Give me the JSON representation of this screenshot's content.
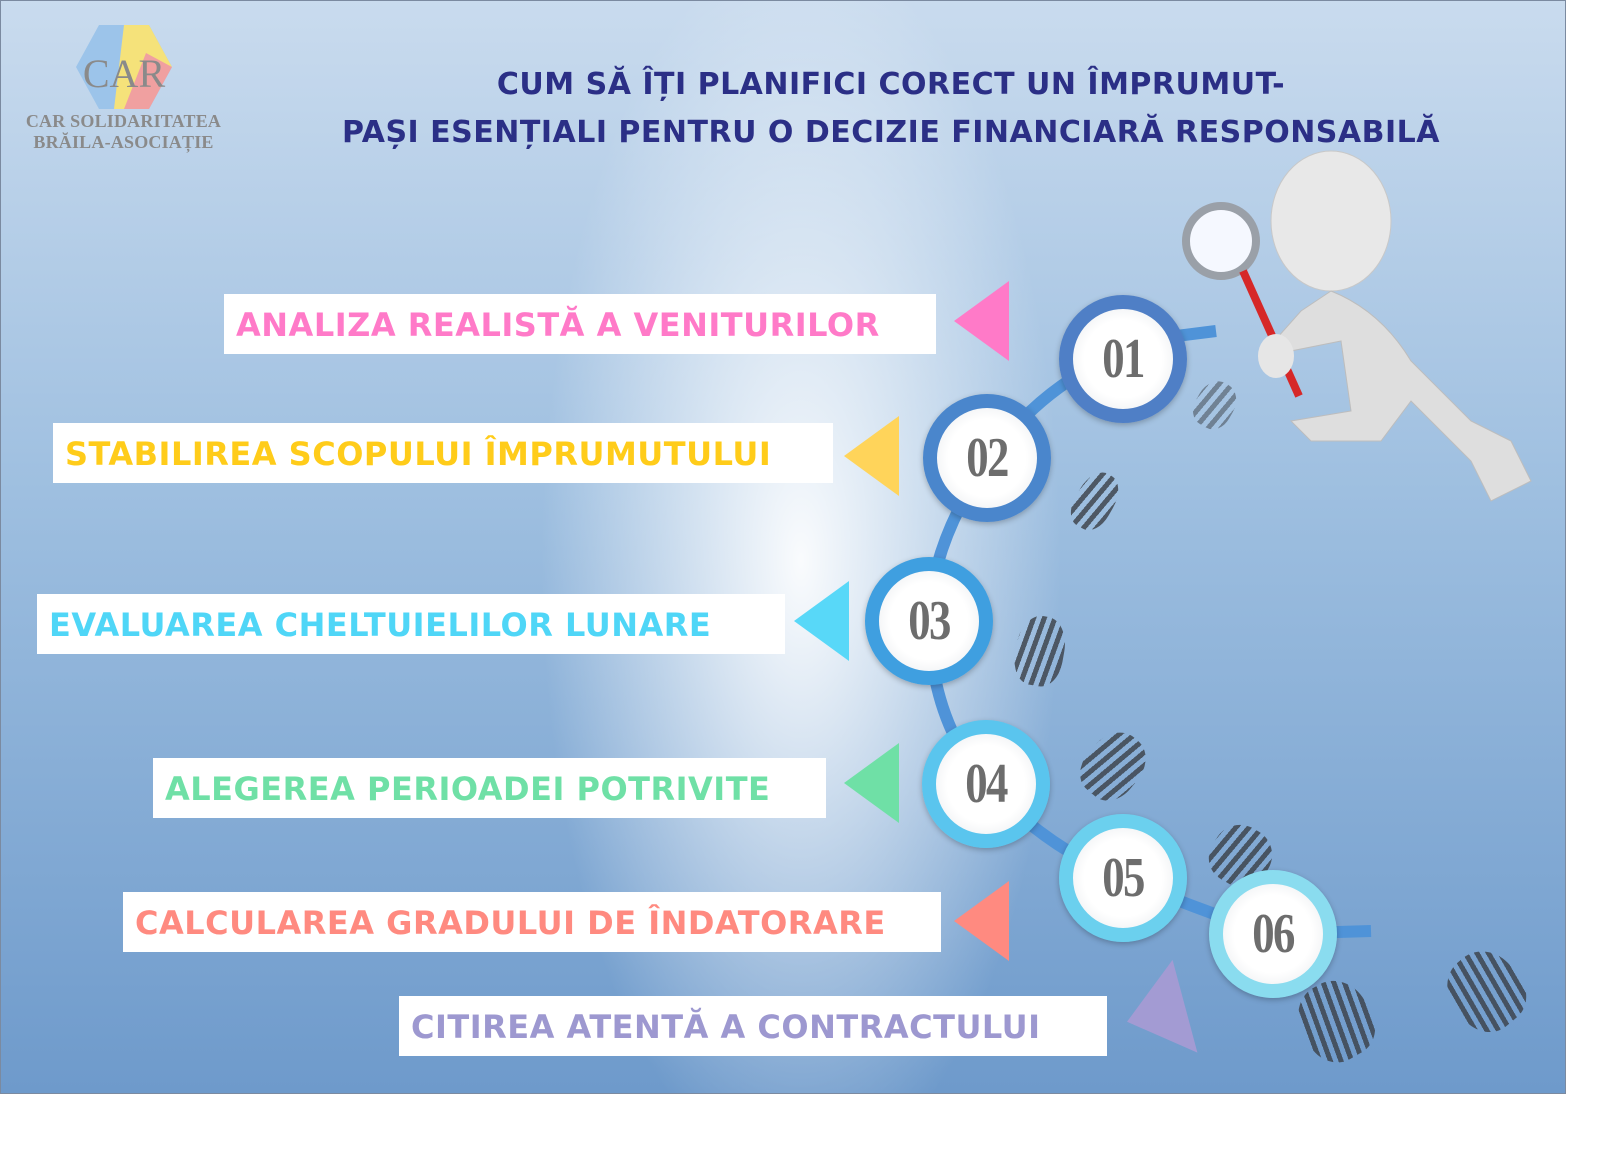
{
  "logo": {
    "letters": "CAR",
    "line1": "CAR SOLIDARITATEA",
    "line2": "BRĂILA-ASOCIAȚIE"
  },
  "title": {
    "line1": "CUM SĂ ÎȚI PLANIFICI CORECT UN ÎMPRUMUT-",
    "line2": "PAȘI ESENȚIALI PENTRU O DECIZIE FINANCIARĂ RESPONSABILĂ"
  },
  "steps": [
    {
      "number": "01",
      "label": "ANALIZA REALISTĂ A VENITURILOR",
      "color": "#ff7ac8"
    },
    {
      "number": "02",
      "label": "STABILIREA SCOPULUI ÎMPRUMUTULUI",
      "color": "#ffcc1a"
    },
    {
      "number": "03",
      "label": "EVALUAREA CHELTUIELILOR LUNARE",
      "color": "#4fd6f7"
    },
    {
      "number": "04",
      "label": "ALEGEREA PERIOADEI POTRIVITE",
      "color": "#6fe0a6"
    },
    {
      "number": "05",
      "label": "CALCULAREA GRADULUI DE ÎNDATORARE",
      "color": "#ff8a80"
    },
    {
      "number": "06",
      "label": "CITIREA ATENTĂ A CONTRACTULUI",
      "color": "#9d98d0"
    }
  ]
}
